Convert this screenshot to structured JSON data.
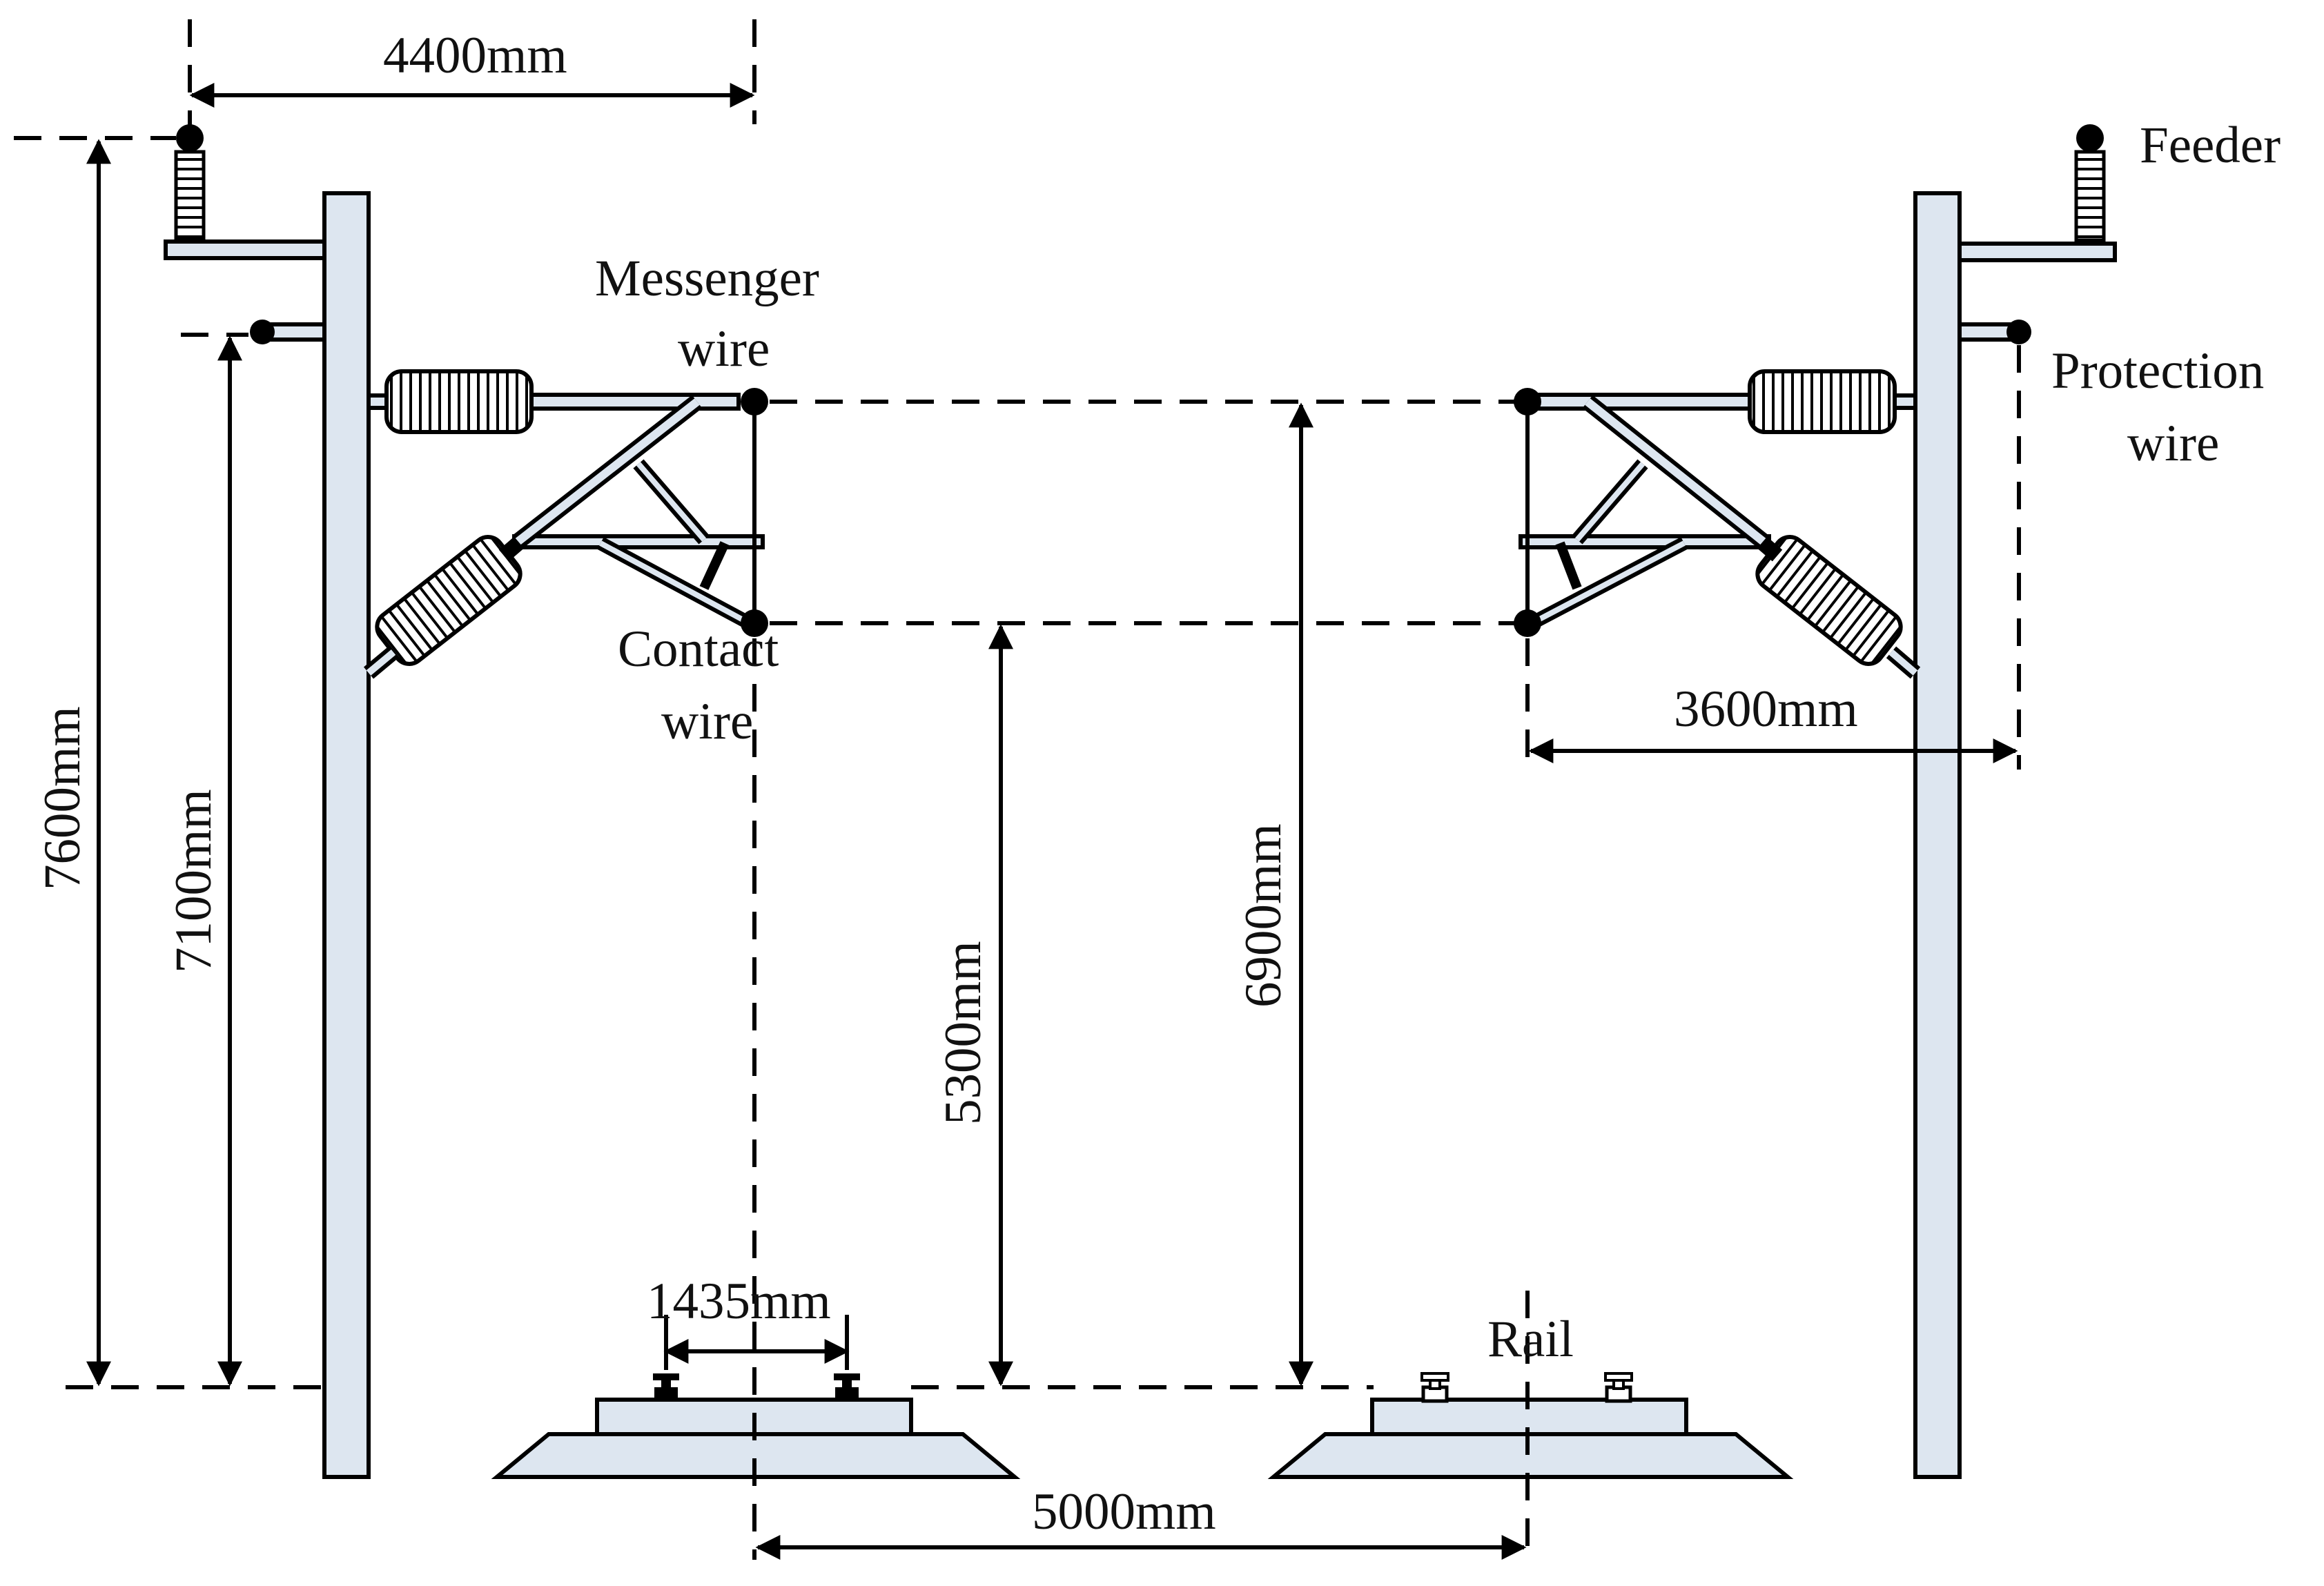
{
  "labels": {
    "feeder": "Feeder",
    "messenger_line1": "Messenger",
    "messenger_line2": "wire",
    "protection_line1": "Protection",
    "protection_line2": "wire",
    "contact_line1": "Contact",
    "contact_line2": "wire",
    "rail": "Rail"
  },
  "dimensions": {
    "d4400": "4400mm",
    "d7600": "7600mm",
    "d7100": "7100mm",
    "d5300": "5300mm",
    "d6900": "6900mm",
    "d3600": "3600mm",
    "d1435": "1435mm",
    "d5000": "5000mm"
  },
  "colors": {
    "component_fill": "#dde6f0",
    "line": "#000000"
  }
}
